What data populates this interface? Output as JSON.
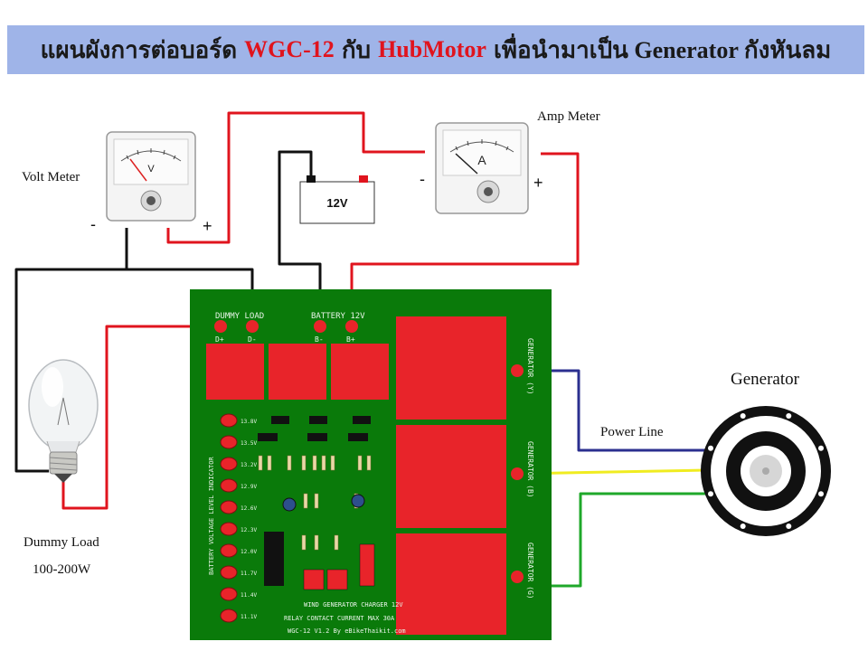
{
  "title": {
    "prefix": "แผนผังการต่อบอร์ด",
    "board": "WGC-12",
    "connector": "กับ",
    "motor": "HubMotor",
    "suffix": "เพื่อนำมาเป็น Generator กังหันลม"
  },
  "labels": {
    "volt_meter": "Volt Meter",
    "amp_meter": "Amp Meter",
    "battery": "12V",
    "generator": "Generator",
    "power_line": "Power Line",
    "dummy_load": "Dummy Load",
    "dummy_load_rating": "100-200W",
    "minus": "-",
    "plus": "+"
  },
  "meters": {
    "volt_letter": "V",
    "amp_letter": "A"
  },
  "pcb": {
    "dummy_load_header": "DUMMY  LOAD",
    "battery_header": "BATTERY  12V",
    "d_plus": "D+",
    "d_minus": "D-",
    "b_minus": "B-",
    "b_plus": "B+",
    "gen_y": "GENERATOR (Y)",
    "gen_b": "GENERATOR (B)",
    "gen_g": "GENERATOR (G)",
    "indicator_label": "BATTERY VOLTAGE LEVEL INDICATOR",
    "footer_1": "WIND GENERATOR CHARGER 12V",
    "footer_2": "RELAY CONTACT CURRENT MAX 30A",
    "footer_3": "WGC-12 V1.2 By eBikeThaikit.com",
    "led_levels": [
      "13.8V",
      "13.5V",
      "13.2V",
      "12.9V",
      "12.6V",
      "12.3V",
      "12.0V",
      "11.7V",
      "11.4V",
      "11.1V"
    ]
  },
  "colors": {
    "pcb": "#0a7a0a",
    "relay": "#e8242a",
    "wire_red": "#e0141e",
    "wire_black": "#111111",
    "wire_blue": "#2b2f8f",
    "wire_yellow": "#f0ec20",
    "wire_green": "#1fa82a",
    "title_bg": "#9fb4e8"
  }
}
